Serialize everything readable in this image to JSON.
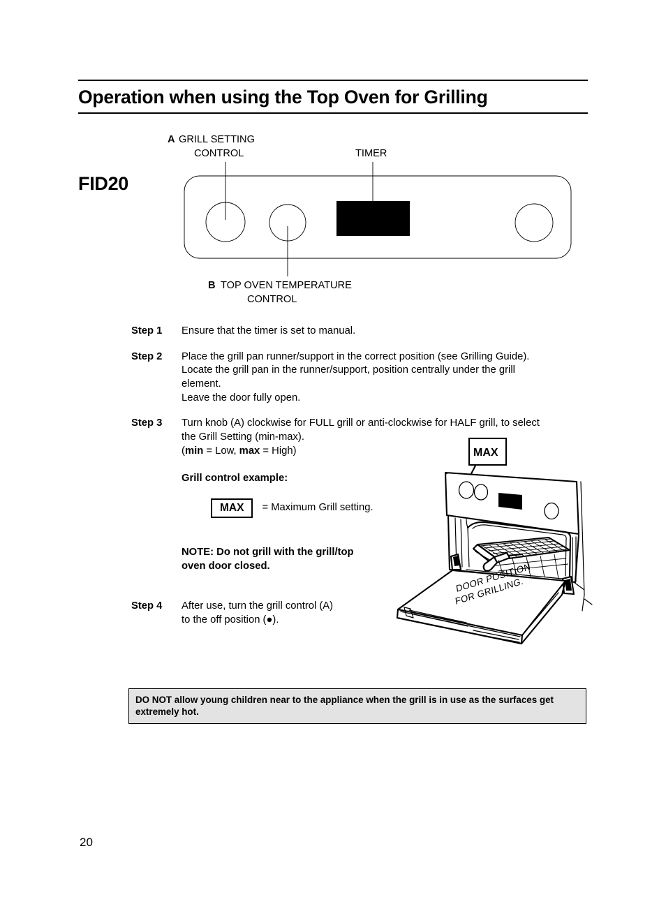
{
  "page": {
    "title": "Operation when using the Top Oven for Grilling",
    "number": "20",
    "model": "FID20"
  },
  "control_panel": {
    "callouts": [
      {
        "letter": "A",
        "line1": "GRILL SETTING",
        "line2": "CONTROL"
      },
      {
        "letter": "B",
        "line1": "TOP OVEN TEMPERATURE",
        "line2": "CONTROL"
      }
    ],
    "timer_label": "TIMER"
  },
  "steps": [
    {
      "label": "Step 1",
      "lines": [
        "Ensure that the timer is set to manual."
      ]
    },
    {
      "label": "Step 2",
      "lines": [
        "Place the grill pan runner/support in the correct position (see Grilling Guide).",
        "Locate the grill pan in the runner/support, position centrally under the grill",
        "element.",
        "Leave the door fully open."
      ]
    },
    {
      "label": "Step 3",
      "lines": [
        "Turn knob (A) clockwise for FULL grill or anti-clockwise for HALF grill, to select",
        "the Grill Setting (min-max)."
      ],
      "minmax": {
        "open_paren": "(",
        "min_bold": "min",
        "min_rest": " = Low,  ",
        "max_bold": "max",
        "max_rest": " = High)"
      },
      "example_heading": "Grill control example:",
      "example_box": "MAX",
      "example_text": "= Maximum Grill setting.",
      "note": [
        "NOTE: Do not grill with the grill/top",
        "oven door closed."
      ]
    },
    {
      "label": "Step 4",
      "lines": [
        "After use, turn the grill control (A)",
        "to the off position (●)."
      ]
    }
  ],
  "oven_illustration": {
    "max_callout": "MAX",
    "door_text_line1": "DOOR POSITION",
    "door_text_line2": "FOR GRILLING."
  },
  "warning": {
    "text": "DO NOT allow young children near to the appliance when the grill is in use as the surfaces get extremely hot."
  },
  "colors": {
    "warning_background": "#e3e3e3",
    "timer_display": "#2e2e2e",
    "ink": "#000000"
  }
}
